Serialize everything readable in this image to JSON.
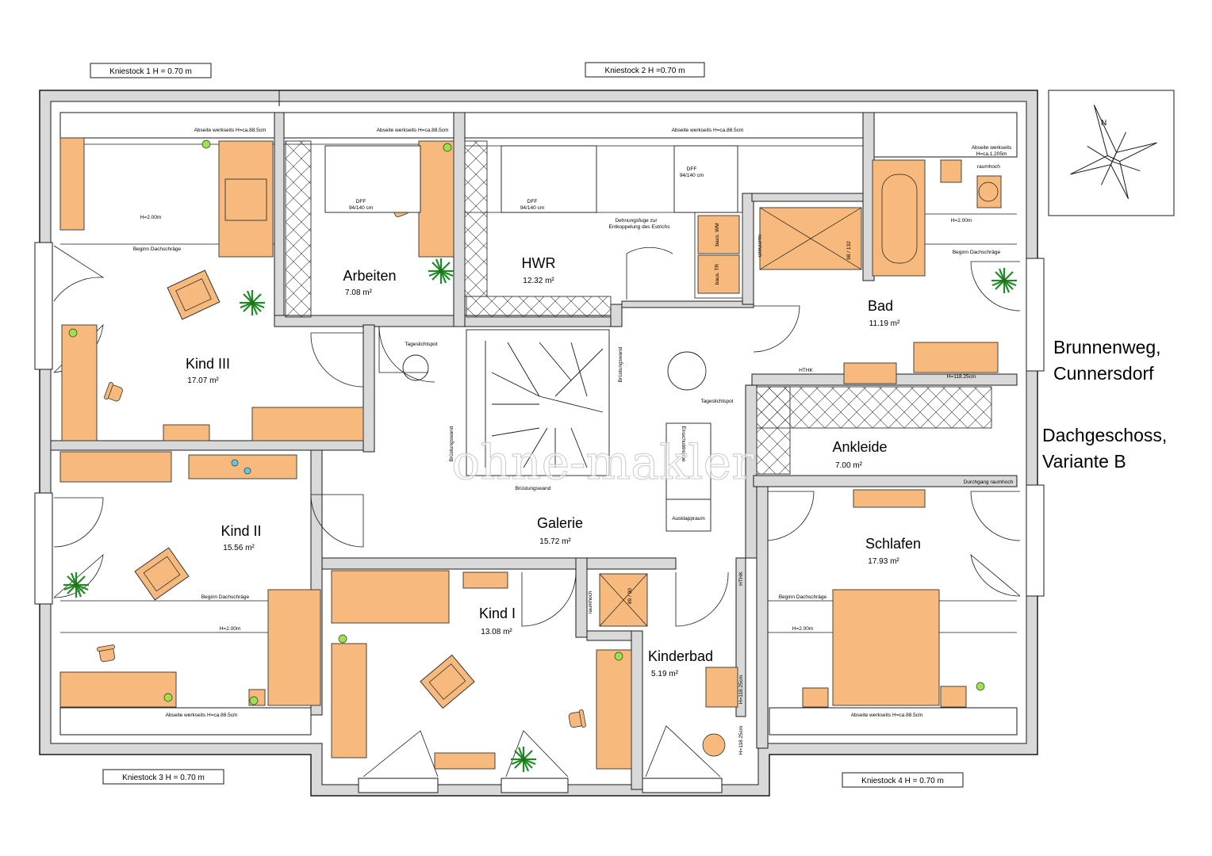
{
  "kniestock": [
    "Kniestock 1   H = 0.70 m",
    "Kniestock 2   H =0.70 m",
    "Kniestock 3   H = 0.70 m",
    "Kniestock 4  H = 0.70 m"
  ],
  "rooms": {
    "kind3": {
      "name": "Kind III",
      "area": "17.07 m²"
    },
    "arbeiten": {
      "name": "Arbeiten",
      "area": "7.08 m²"
    },
    "hwr": {
      "name": "HWR",
      "area": "12.32 m²"
    },
    "bad": {
      "name": "Bad",
      "area": "11.19 m²"
    },
    "ankleide": {
      "name": "Ankleide",
      "area": "7.00 m²"
    },
    "kind2": {
      "name": "Kind II",
      "area": "15.56 m²"
    },
    "galerie": {
      "name": "Galerie",
      "area": "15.72 m²"
    },
    "kind1": {
      "name": "Kind I",
      "area": "13.08 m²"
    },
    "kinderbad": {
      "name": "Kinderbad",
      "area": "5.19 m²"
    },
    "schlafen": {
      "name": "Schlafen",
      "area": "17.93 m²"
    }
  },
  "notes": {
    "abseite_885": "Abseite werkseits H=ca.88.5cm",
    "abseite_1205_a": "Abseite werkseits",
    "abseite_1205_b": "H=ca.1.205m",
    "raumhoch": "raumhoch",
    "h200": "H=2.00m",
    "beginn": "Beginn Dachschräge",
    "dff": "DFF",
    "dff_size": "94/140 cm",
    "dehnung_a": "Dehnungsfuge zur",
    "dehnung_b": "Entkoppelung des Estrichs",
    "bauswm": "baus. WM",
    "baustr": "baus. TR",
    "shower1": "98 / 132",
    "shower2": "89 / 90",
    "tageslichtspot": "Tageslichtspot",
    "bruestungswand": "Brüstungswand",
    "einschubtreppe": "Einschubtreppe",
    "ausklappraum": "Ausklappraum",
    "durchgang": "Durchgang raumhoch",
    "hthk": "HTHK",
    "h11825": "H=118.25cm"
  },
  "address": {
    "line1": "Brunnenweg,",
    "line2": "Cunnersdorf"
  },
  "plan_title": {
    "line1": "Dachgeschoss,",
    "line2": "Variante B"
  },
  "compass_label": "N",
  "watermark": "ohne-makler",
  "colors": {
    "furniture": "#f7ba7c",
    "wall": "#d9d9d9",
    "outline": "#1a1a1a"
  }
}
